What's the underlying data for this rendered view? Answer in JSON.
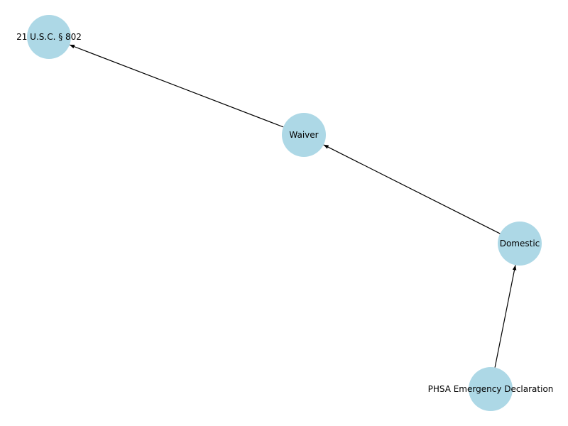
{
  "diagram": {
    "node_color": "#add8e6",
    "edge_color": "#000000",
    "label_color": "#000000",
    "nodes": [
      {
        "id": "usc",
        "label": "21 U.S.C. § 802"
      },
      {
        "id": "waiver",
        "label": "Waiver"
      },
      {
        "id": "domestic",
        "label": "Domestic"
      },
      {
        "id": "phsa",
        "label": "PHSA Emergency Declaration"
      }
    ],
    "edges": [
      {
        "from": "waiver",
        "to": "usc"
      },
      {
        "from": "domestic",
        "to": "waiver"
      },
      {
        "from": "phsa",
        "to": "domestic"
      }
    ]
  }
}
